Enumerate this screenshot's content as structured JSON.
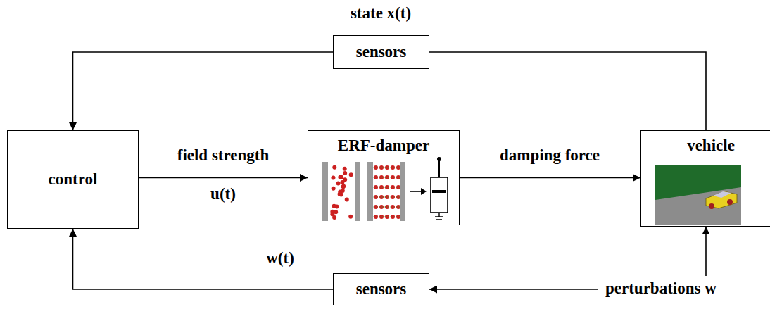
{
  "diagram": {
    "nodes": [
      {
        "text": [
          "sensors"
        ]
      },
      {
        "text": [
          "control"
        ]
      },
      {
        "text": [
          "ERF-damper"
        ]
      },
      {
        "text": [
          "vehicle"
        ]
      },
      {
        "text": [
          "sensors"
        ]
      }
    ],
    "edges": [
      {
        "from": 3,
        "to": 0,
        "arrow": "none"
      },
      {
        "from": 0,
        "to": 1,
        "arrow": "to"
      },
      {
        "from": 1,
        "to": 2,
        "arrow": "to",
        "label": "field strength"
      },
      {
        "from": 2,
        "to": 3,
        "arrow": "to",
        "label": "damping force"
      },
      {
        "from": 4,
        "to": 1,
        "arrow": "to",
        "label": "w(t)"
      }
    ],
    "labels": [
      "state x(t)",
      "u(t)",
      "perturbations w"
    ]
  }
}
